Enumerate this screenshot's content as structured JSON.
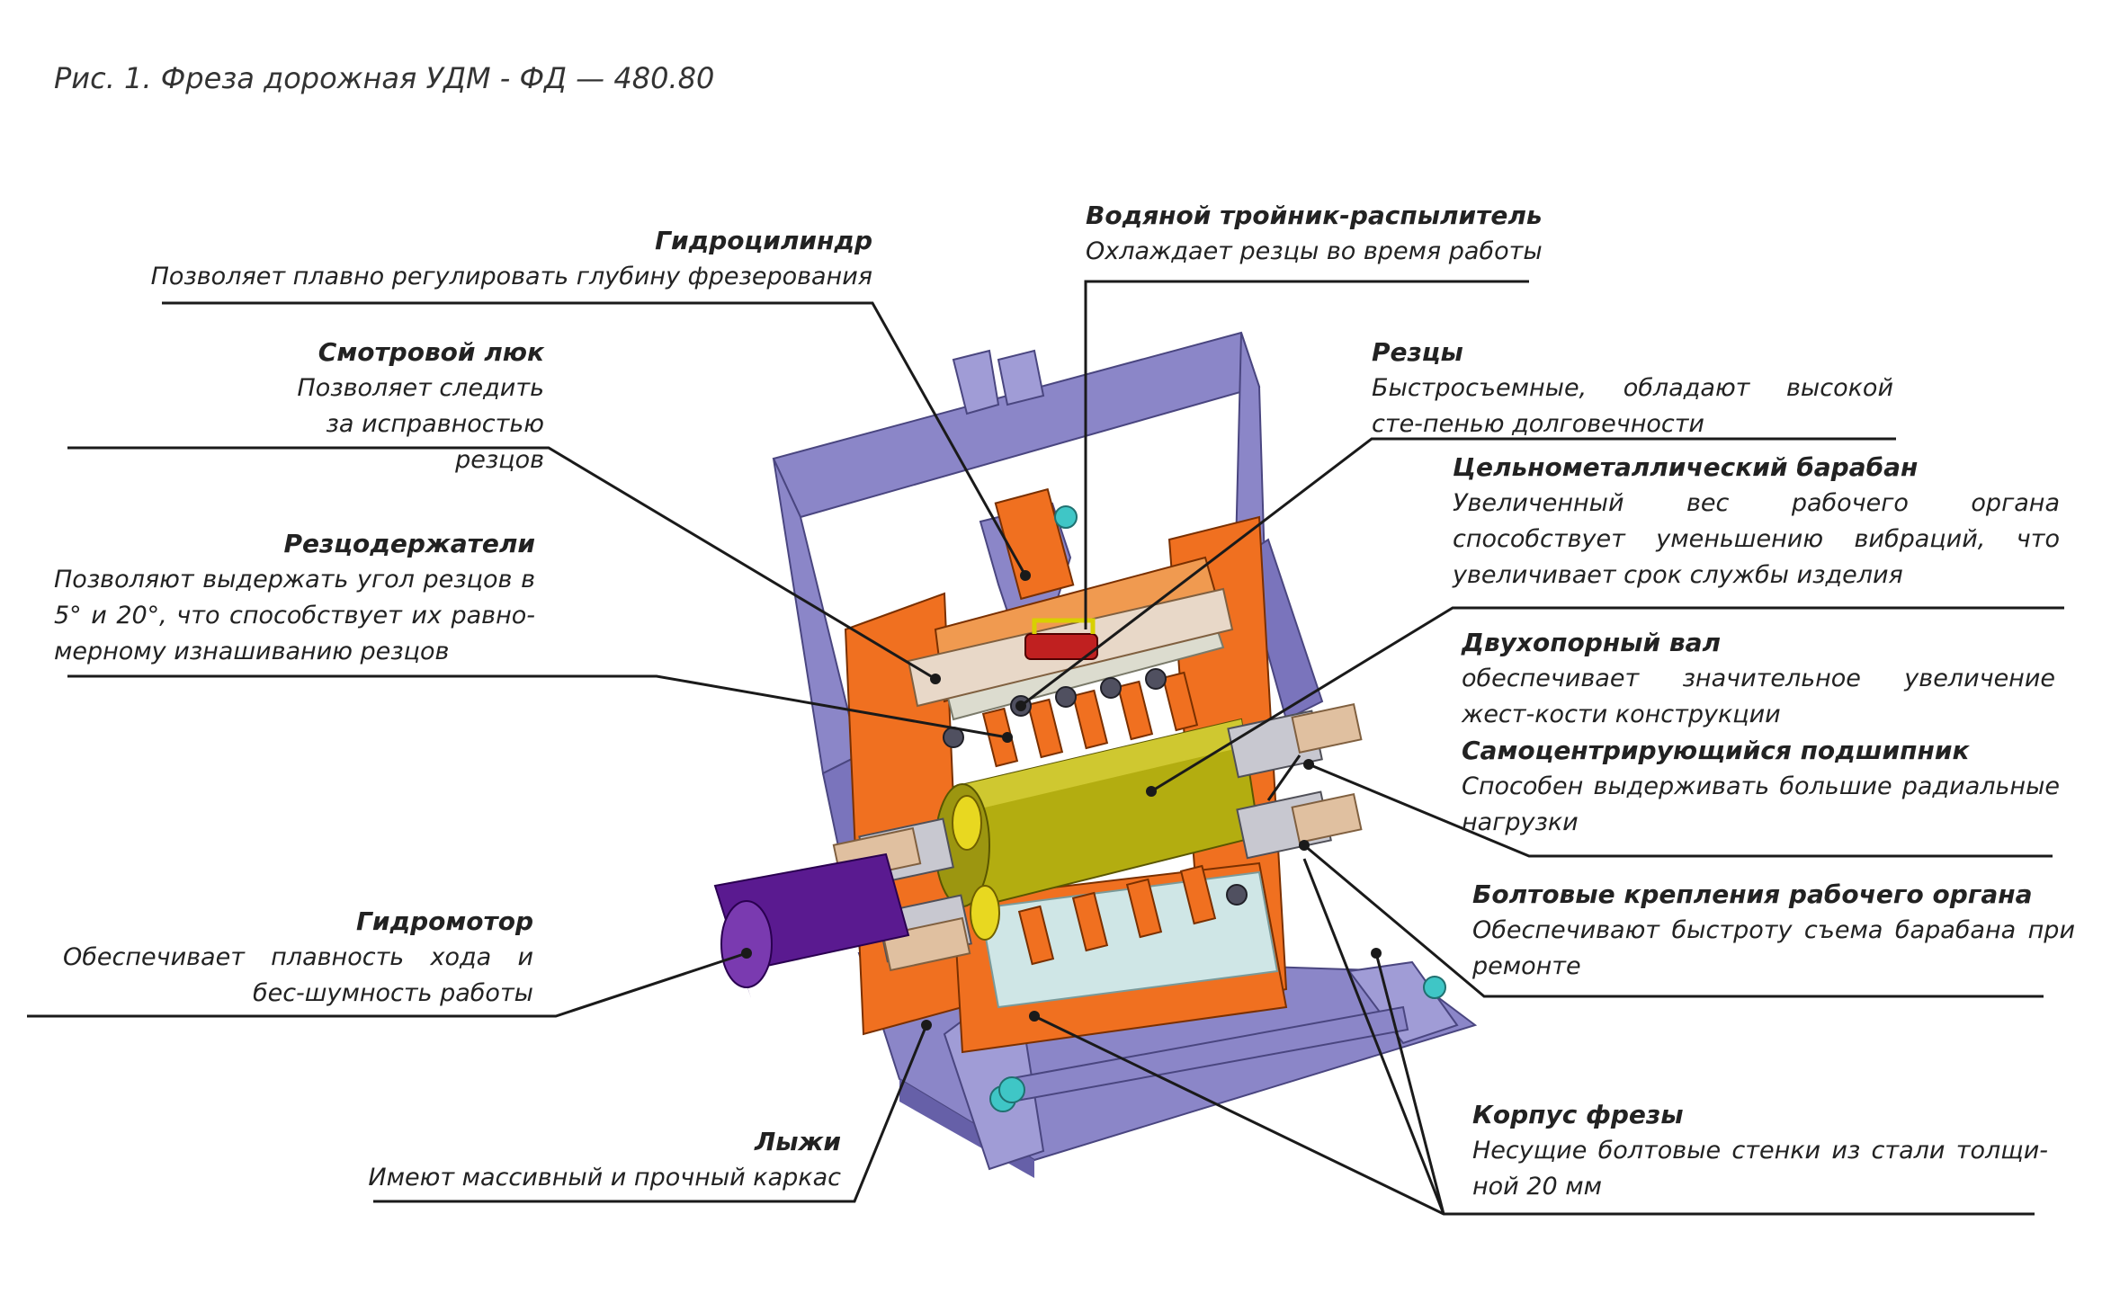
{
  "caption": "Рис. 1. Фреза дорожная УДМ - ФД — 480.80",
  "colors": {
    "frame": "#8b86c8",
    "frame_dark": "#6660a8",
    "body": "#f07020",
    "drum": "#b3ad10",
    "motor": "#5a1a90",
    "leader": "#1a1a1a"
  },
  "labels": [
    {
      "id": "gidrocilindr",
      "title": "Гидроцилиндр",
      "desc": "Позволяет плавно регулировать глубину фрезерования"
    },
    {
      "id": "vodyanoy",
      "title": "Водяной тройник-распылитель",
      "desc": "Охлаждает резцы во время работы"
    },
    {
      "id": "smotrovoy",
      "title": "Смотровой люк",
      "desc": "Позволяет следить за исправностью резцов"
    },
    {
      "id": "rezcy",
      "title": "Резцы",
      "desc": "Быстросъемные, обладают высокой сте-пенью долговечности"
    },
    {
      "id": "baraban",
      "title": "Цельнометаллический барабан",
      "desc": "Увеличенный вес рабочего органа способствует уменьшению вибраций, что увеличивает срок службы изделия"
    },
    {
      "id": "rezcoderzh",
      "title": "Резцодержатели",
      "desc": "Позволяют выдержать угол резцов в 5° и 20°, что способствует их равно-мерному изнашиванию резцов"
    },
    {
      "id": "val",
      "title": "Двухопорный вал",
      "desc": "обеспечивает значительное увеличение жест-кости конструкции"
    },
    {
      "id": "podshipnik",
      "title": "Самоцентрирующийся подшипник",
      "desc": "Способен выдерживать большие радиальные нагрузки"
    },
    {
      "id": "bolty",
      "title": "Болтовые крепления рабочего органа",
      "desc": "Обеспечивают быстроту съема барабана при ремонте"
    },
    {
      "id": "gidromotor",
      "title": "Гидромотор",
      "desc": "Обеспечивает плавность хода и бес-шумность работы"
    },
    {
      "id": "lyzhi",
      "title": "Лыжи",
      "desc": "Имеют массивный и прочный каркас"
    },
    {
      "id": "korpus",
      "title": "Корпус фрезы",
      "desc": "Несущие болтовые стенки из стали толщи-ной 20 мм"
    }
  ]
}
